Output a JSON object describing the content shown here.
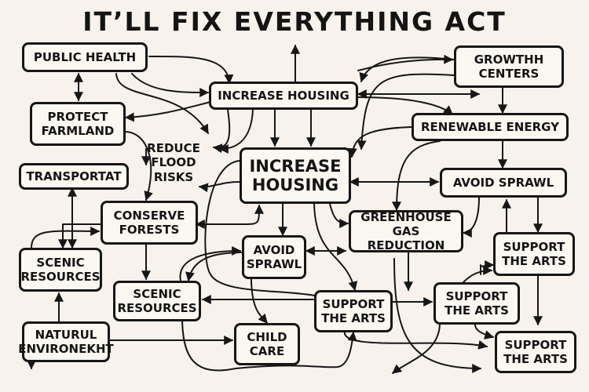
{
  "title": "IT’LL FIX EVERYTHING ACT",
  "colors": {
    "ink": "#161616",
    "background": "#f7f3ec",
    "box_fill": "#fbf8f2"
  },
  "nodes": {
    "public_health": "PUBLIC HEALTH",
    "increase_housing_top": "INCREASE HOUSING",
    "growth_centers": "GROWTHH\nCENTERS",
    "renewable_energy": "RENEWABLE ENERGY",
    "protect_farmland": "PROTECT\nFARMLAND",
    "reduce_flood_risks": "REDUCE\nFLOOD\nRISKS",
    "transportation": "TRANSPORTAT",
    "increase_housing_center": "INCREASE\nHOUSING",
    "avoid_sprawl_right": "AVOID SPRAWL",
    "conserve_forests": "CONSERVE\nFORESTS",
    "greenhouse_gas_reduction": "GREENHOUSE\nGAS REDUCTION",
    "scenic_resources_left": "SCENIC\nRESOURCES",
    "avoid_sprawl_center": "AVOID\nSPRAWL",
    "support_arts_right": "SUPPORT\nTHE ARTS",
    "scenic_resources_center": "SCENIC\nRESOURCES",
    "support_arts_center": "SUPPORT\nTHE ARTS",
    "support_arts_mid": "SUPPORT\nTHE ARTS",
    "natural_environment": "NATURUL\nENVIRONEKHT",
    "child_care": "CHILD\nCARE",
    "support_arts_bottom": "SUPPORT\nTHE ARTS"
  }
}
